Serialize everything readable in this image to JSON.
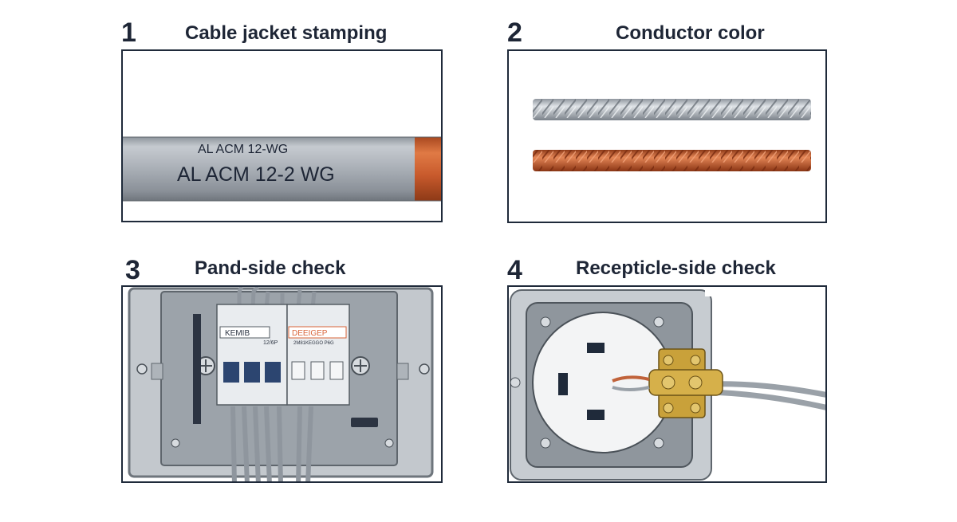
{
  "panels": [
    {
      "number": "1",
      "title": "Cable jacket stamping",
      "cable": {
        "stamp_small": "AL  ACM 12-WG",
        "stamp_large": "AL ACM 12-2 WG"
      }
    },
    {
      "number": "2",
      "title": "Conductor color",
      "conductors": [
        {
          "name": "aluminum",
          "color": "#b9bfc6"
        },
        {
          "name": "copper",
          "color": "#c0623a"
        }
      ]
    },
    {
      "number": "3",
      "title": "Pand-side check",
      "breaker_labels": {
        "left": "KEMIB",
        "right": "DEEIGEP",
        "left_sub": "12/6P",
        "right_sub": "2M81KEGGO P6G"
      }
    },
    {
      "number": "4",
      "title": "Recepticle-side check"
    }
  ],
  "colors": {
    "frame": "#1f2a3a",
    "copper": "#c0623a",
    "aluminum": "#b9bfc6",
    "brass": "#c9a13a",
    "breaker_blue": "#2c4570",
    "accent_orange": "#d9643a"
  }
}
